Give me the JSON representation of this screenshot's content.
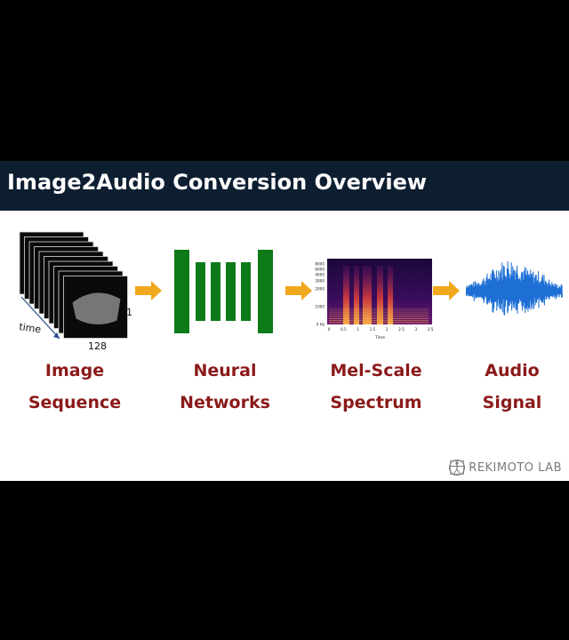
{
  "title": "Image2Audio Conversion Overview",
  "stages": [
    {
      "label_line1": "Image",
      "label_line2": "Sequence"
    },
    {
      "label_line1": "Neural",
      "label_line2": "Networks"
    },
    {
      "label_line1": "Mel-Scale",
      "label_line2": "Spectrum"
    },
    {
      "label_line1": "Audio",
      "label_line2": "Signal"
    }
  ],
  "image_sequence": {
    "time_label": "time",
    "dim_width": "128",
    "dim_depth": "1"
  },
  "spectrogram": {
    "y_ticks": [
      "8000",
      "6000",
      "4000",
      "3000",
      "2000",
      "1000",
      "0 Hz"
    ],
    "x_ticks": [
      "0",
      "0.5",
      "1",
      "1.5",
      "2",
      "2.5",
      "3",
      "3.5"
    ],
    "x_label": "Time"
  },
  "logo_text": "REKIMOTO LAB",
  "colors": {
    "title_bar": "#0e1e31",
    "label": "#8b1a1a",
    "network": "#0d7a1a",
    "arrow": "#f0a81c",
    "waveform": "#1d6fd6"
  }
}
